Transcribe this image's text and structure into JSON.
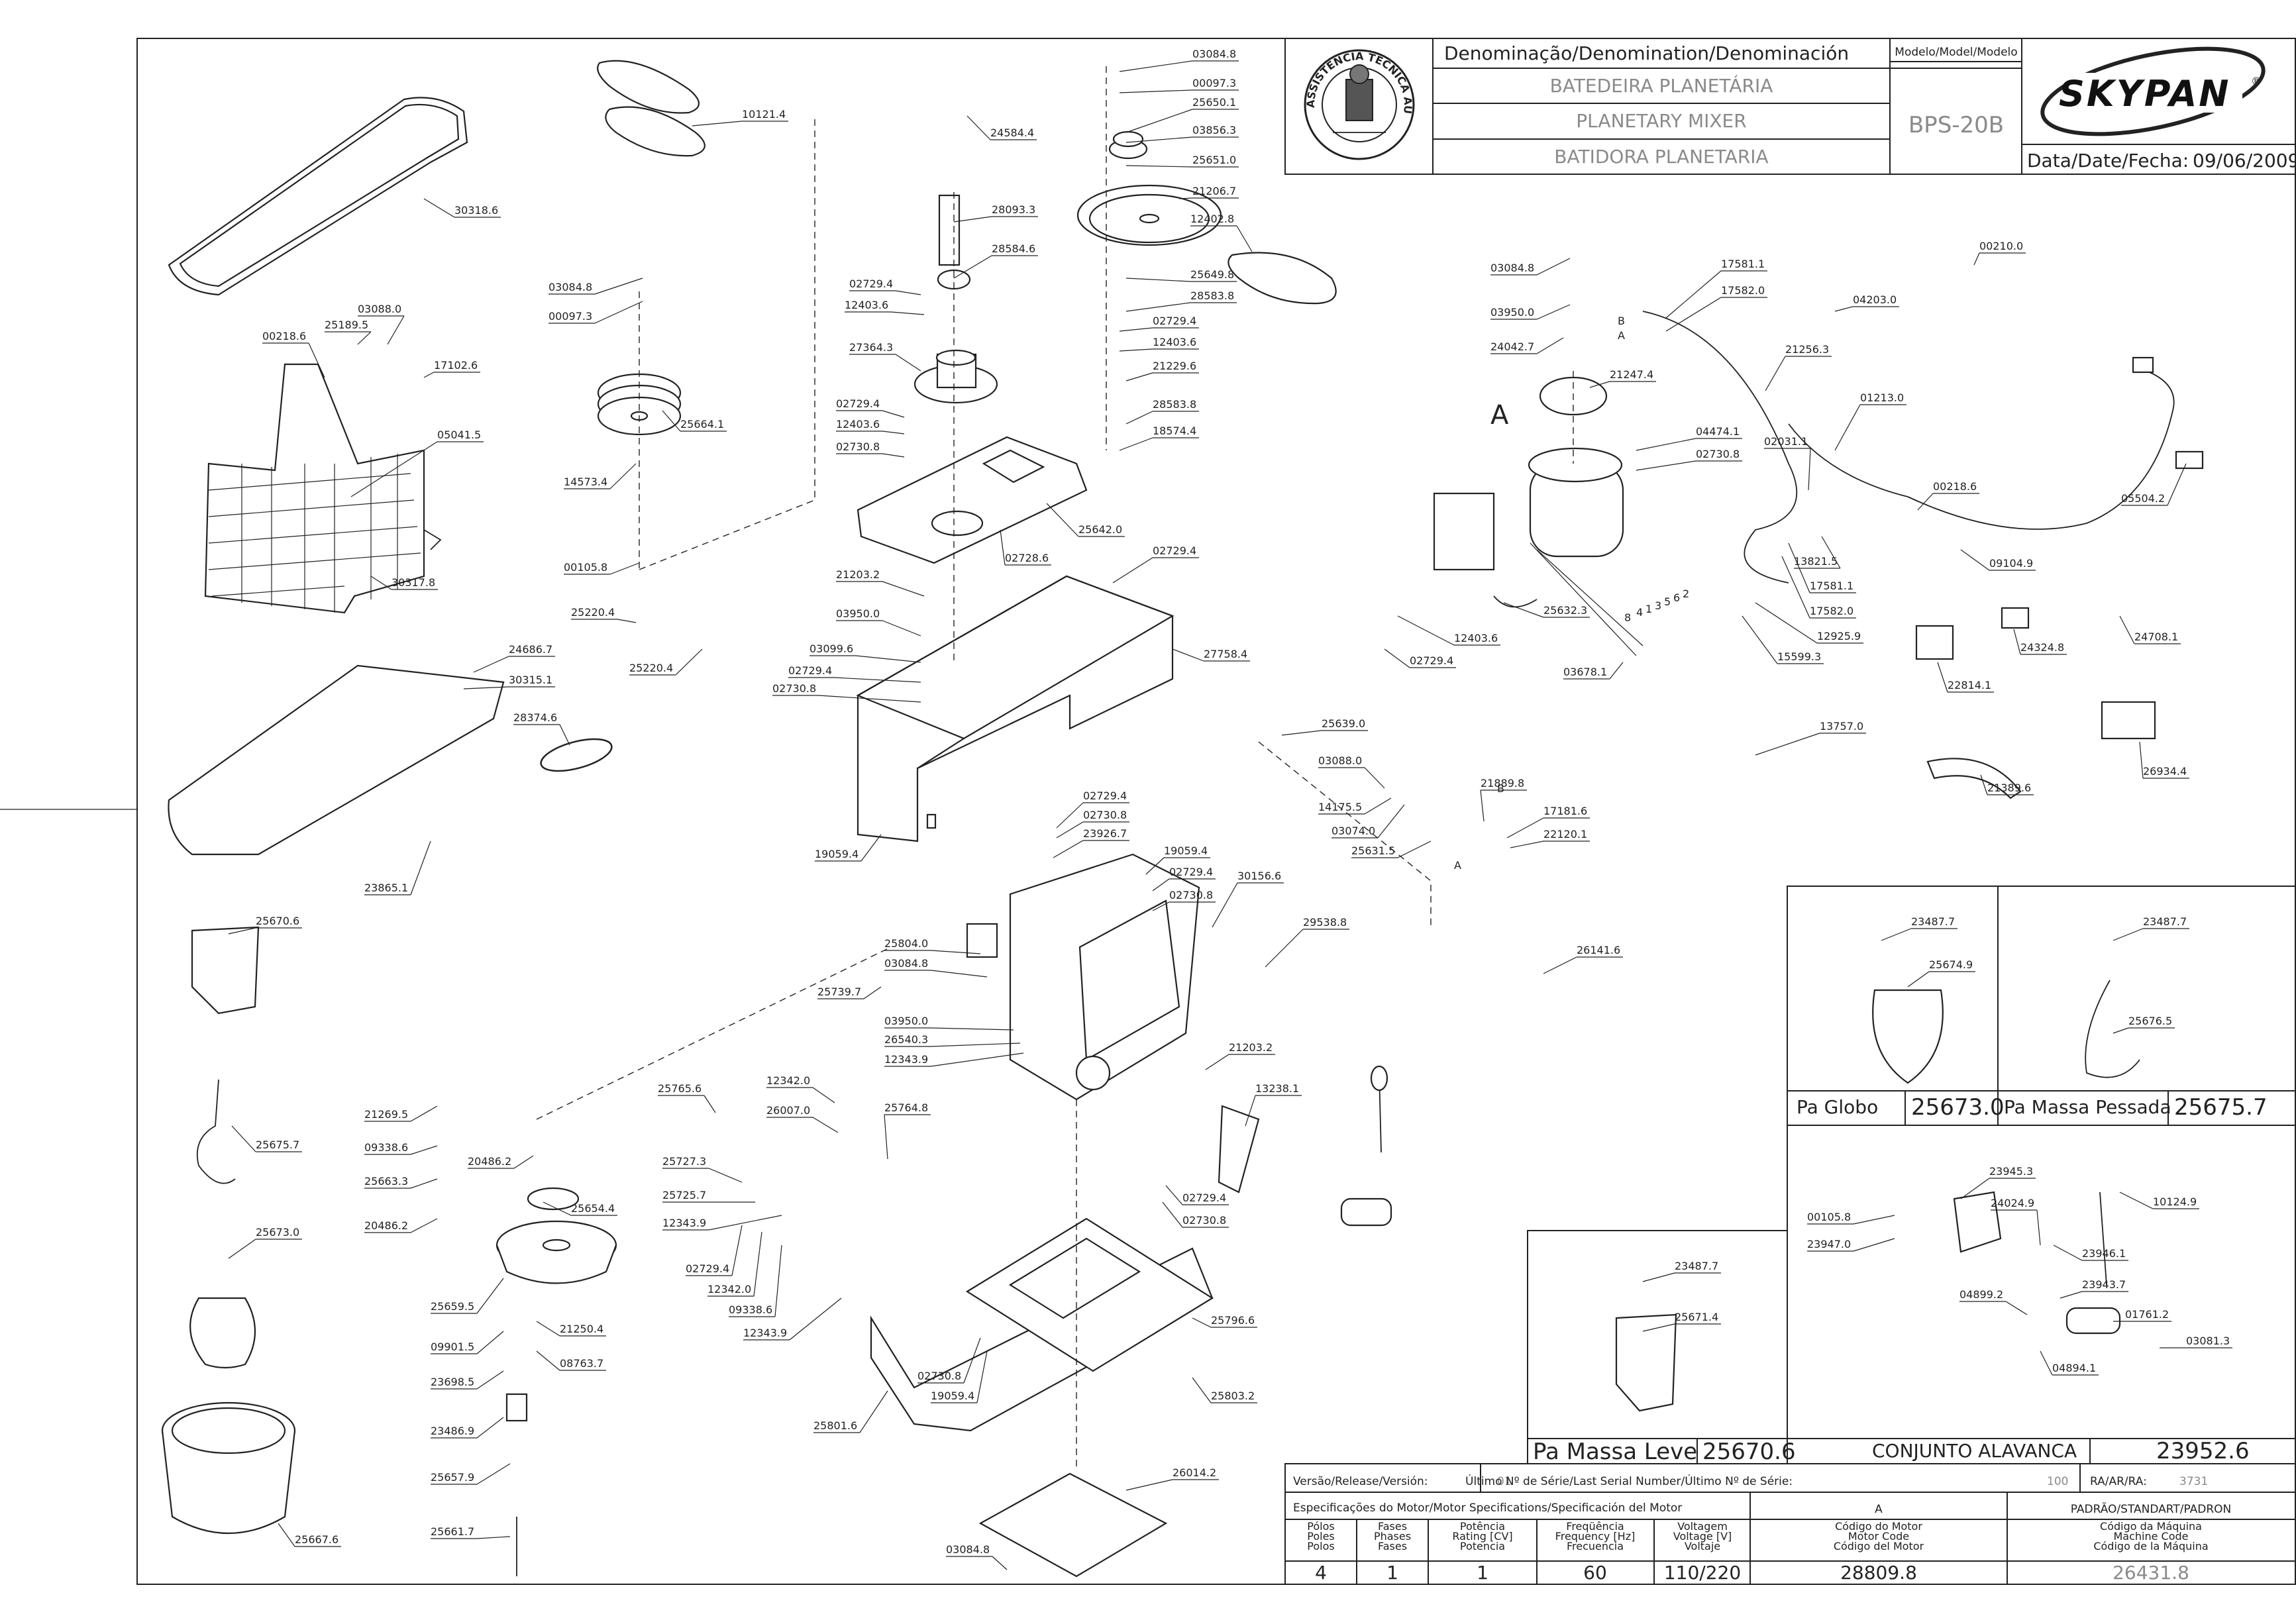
{
  "title_block": {
    "denomination_header": "Denominação/Denomination/Denominación",
    "model_header": "Modelo/Model/Modelo",
    "name_pt": "BATEDEIRA PLANETÁRIA",
    "name_en": "PLANETARY MIXER",
    "name_es": "BATIDORA PLANETARIA",
    "model": "BPS-20B",
    "brand": "SKYPAN",
    "brand_mark": "®",
    "date_label": "Data/Date/Fecha:",
    "date": "09/06/2009",
    "seal_text": "ASSISTÊNCIA TÉCNICA AUTORIZADA"
  },
  "info_block": {
    "version_label": "Versão/Release/Versión:",
    "version": "01",
    "serial_label": "Último Nº de Série/Last Serial Number/Último Nº de Série:",
    "serial": "100",
    "ra_label": "RA/AR/RA:",
    "ra": "3731",
    "motor_spec_label": "Especificações do Motor/Motor Specifications/Specificación del Motor",
    "motor_letter": "A",
    "standard_label": "PADRÃO/STANDART/PADRON",
    "columns": [
      {
        "l1": "Pólos",
        "l2": "Poles",
        "l3": "Polos",
        "value": "4"
      },
      {
        "l1": "Fases",
        "l2": "Phases",
        "l3": "Fases",
        "value": "1"
      },
      {
        "l1": "Potência",
        "l2": "Rating [CV]",
        "l3": "Potencia",
        "value": "1"
      },
      {
        "l1": "Freqüência",
        "l2": "Frequency [Hz]",
        "l3": "Frecuencia",
        "value": "60"
      },
      {
        "l1": "Voltagem",
        "l2": "Voltage [V]",
        "l3": "Voltaje",
        "value": "110/220"
      },
      {
        "l1": "Código do Motor",
        "l2": "Motor Code",
        "l3": "Código del Motor",
        "value": "28809.8"
      },
      {
        "l1": "Código da Máquina",
        "l2": "Machine Code",
        "l3": "Código de la Máquina",
        "value": "26431.8"
      }
    ]
  },
  "assemblies": {
    "globo": {
      "label": "Pa Globo",
      "code": "25673.0"
    },
    "massa_pesada": {
      "label": "Pa Massa Pessada",
      "code": "25675.7"
    },
    "massa_leve": {
      "label": "Pa Massa Leve",
      "code": "25670.6"
    },
    "alavanca": {
      "label": "CONJUNTO ALAVANCA",
      "code": "23952.6"
    }
  },
  "callout_letters": {
    "a_big": "A",
    "a": "A",
    "b": "B",
    "n1": "1",
    "n2": "2",
    "n3": "3",
    "n4": "4",
    "n5": "5",
    "n6": "6",
    "n8": "8"
  },
  "parts": {
    "p10121_4": "10121.4",
    "p30318_6": "30318.6",
    "p24584_4": "24584.4",
    "p03084_8a": "03084.8",
    "p00097_3a": "00097.3",
    "p25650_1": "25650.1",
    "p03856_3": "03856.3",
    "p25651_0": "25651.0",
    "p21206_7": "21206.7",
    "p12402_8": "12402.8",
    "p28093_3": "28093.3",
    "p28584_6": "28584.6",
    "p03084_8b": "03084.8",
    "p00097_3b": "00097.3",
    "p03088_0": "03088.0",
    "p00218_6a": "00218.6",
    "p25189_5": "25189.5",
    "p17102_6": "17102.6",
    "p05041_5": "05041.5",
    "p25664_1": "25664.1",
    "p14573_4": "14573.4",
    "p00105_8a": "00105.8",
    "p30317_8": "30317.8",
    "p02729_4a": "02729.4",
    "p12403_6a": "12403.6",
    "p27364_3": "27364.3",
    "p25649_8": "25649.8",
    "p28583_8a": "28583.8",
    "p02729_4b": "02729.4",
    "p12403_6b": "12403.6",
    "p21229_6": "21229.6",
    "p28583_8b": "28583.8",
    "p18574_4": "18574.4",
    "p02729_4c": "02729.4",
    "p12403_6c": "12403.6",
    "p02730_8a": "02730.8",
    "p02728_6": "02728.6",
    "p25642_0": "25642.0",
    "p02729_4d": "02729.4",
    "p21203_2a": "21203.2",
    "p03950_0a": "03950.0",
    "p03099_6": "03099.6",
    "p02729_4e": "02729.4",
    "p02730_8b": "02730.8",
    "p27758_4": "27758.4",
    "p25220_4a": "25220.4",
    "p25220_4b": "25220.4",
    "p24686_7": "24686.7",
    "p30315_1": "30315.1",
    "p28374_6": "28374.6",
    "p23865_1": "23865.1",
    "p19059_4a": "19059.4",
    "p03084_8c": "03084.8",
    "p03950_0b": "03950.0",
    "p24042_7": "24042.7",
    "p21247_4": "21247.4",
    "p04474_1": "04474.1",
    "p02730_8c": "02730.8",
    "p25632_3": "25632.3",
    "p12403_6d": "12403.6",
    "p02729_4f": "02729.4",
    "p03678_1": "03678.1",
    "p17581_1a": "17581.1",
    "p17582_0a": "17582.0",
    "p21256_3": "21256.3",
    "p04203_0": "04203.0",
    "p00210_0": "00210.0",
    "p01213_0": "01213.0",
    "p02031_1": "02031.1",
    "p00218_6b": "00218.6",
    "p05504_2": "05504.2",
    "p09104_9": "09104.9",
    "p13821_5": "13821.5",
    "p17581_1b": "17581.1",
    "p17582_0b": "17582.0",
    "p12925_9": "12925.9",
    "p15599_3": "15599.3",
    "p24324_8": "24324.8",
    "p24708_1": "24708.1",
    "p22814_1": "22814.1",
    "p13757_0": "13757.0",
    "p26934_4": "26934.4",
    "p21389_6": "21389.6",
    "p25639_0": "25639.0",
    "p03088_0b": "03088.0",
    "p14175_5": "14175.5",
    "p03074_0": "03074.0",
    "p25631_5": "25631.5",
    "p21889_8": "21889.8",
    "p17181_6": "17181.6",
    "p22120_1": "22120.1",
    "p02729_4g": "02729.4",
    "p02730_8d": "02730.8",
    "p23926_7": "23926.7",
    "p19059_4b": "19059.4",
    "p02729_4h": "02729.4",
    "p02730_8e": "02730.8",
    "p30156_6": "30156.6",
    "p29538_8": "29538.8",
    "p26141_6": "26141.6",
    "p25804_0": "25804.0",
    "p03084_8d": "03084.8",
    "p25739_7": "25739.7",
    "p03950_0c": "03950.0",
    "p26540_3": "26540.3",
    "p12343_9a": "12343.9",
    "p21203_2b": "21203.2",
    "p13238_1": "13238.1",
    "p25765_6": "25765.6",
    "p12342_0a": "12342.0",
    "p26007_0": "26007.0",
    "p25764_8": "25764.8",
    "p25727_3": "25727.3",
    "p25725_7": "25725.7",
    "p12343_9b": "12343.9",
    "p02729_4i": "02729.4",
    "p12342_0b": "12342.0",
    "p09338_6a": "09338.6",
    "p12343_9c": "12343.9",
    "p02729_4j": "02729.4",
    "p02730_8f": "02730.8",
    "p25796_6": "25796.6",
    "p02730_8g": "02730.8",
    "p19059_4c": "19059.4",
    "p25801_6": "25801.6",
    "p25803_2": "25803.2",
    "p26014_2": "26014.2",
    "p03084_8e": "03084.8",
    "p25670_6": "25670.6",
    "p25675_7": "25675.7",
    "p25673_0": "25673.0",
    "p25667_6": "25667.6",
    "p21269_5": "21269.5",
    "p09338_6b": "09338.6",
    "p25663_3": "25663.3",
    "p20486_2a": "20486.2",
    "p20486_2b": "20486.2",
    "p25654_4": "25654.4",
    "p25659_5": "25659.5",
    "p21250_4": "21250.4",
    "p09901_5": "09901.5",
    "p08763_7": "08763.7",
    "p23698_5": "23698.5",
    "p23486_9": "23486.9",
    "p25657_9": "25657.9",
    "p25661_7": "25661.7",
    "p23487_7a": "23487.7",
    "p25674_9": "25674.9",
    "p23487_7b": "23487.7",
    "p25676_5": "25676.5",
    "p23487_7c": "23487.7",
    "p25671_4": "25671.4",
    "p23945_3": "23945.3",
    "p10124_9": "10124.9",
    "p00105_8b": "00105.8",
    "p24024_9": "24024.9",
    "p23947_0": "23947.0",
    "p23946_1": "23946.1",
    "p23943_7": "23943.7",
    "p04899_2": "04899.2",
    "p01761_2": "01761.2",
    "p03081_3": "03081.3",
    "p04894_1": "04894.1"
  }
}
